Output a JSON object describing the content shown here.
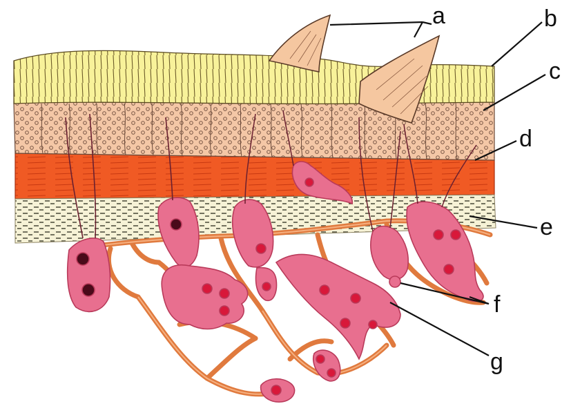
{
  "labels": {
    "a": "a",
    "b": "b",
    "c": "c",
    "d": "d",
    "e": "e",
    "f": "f",
    "g": "g"
  },
  "colors": {
    "cuticle": "#f8f29a",
    "epidermis": "#f4c7a6",
    "muscle": "#f05a24",
    "muscle_dark": "#d83a10",
    "connective": "#f6f2d6",
    "cell": "#e86f8f",
    "cell_dark": "#b93a5a",
    "nucleus": "#d8183a",
    "network": "#e07a3e",
    "spine": "#f5c7a0",
    "line": "#111111"
  }
}
